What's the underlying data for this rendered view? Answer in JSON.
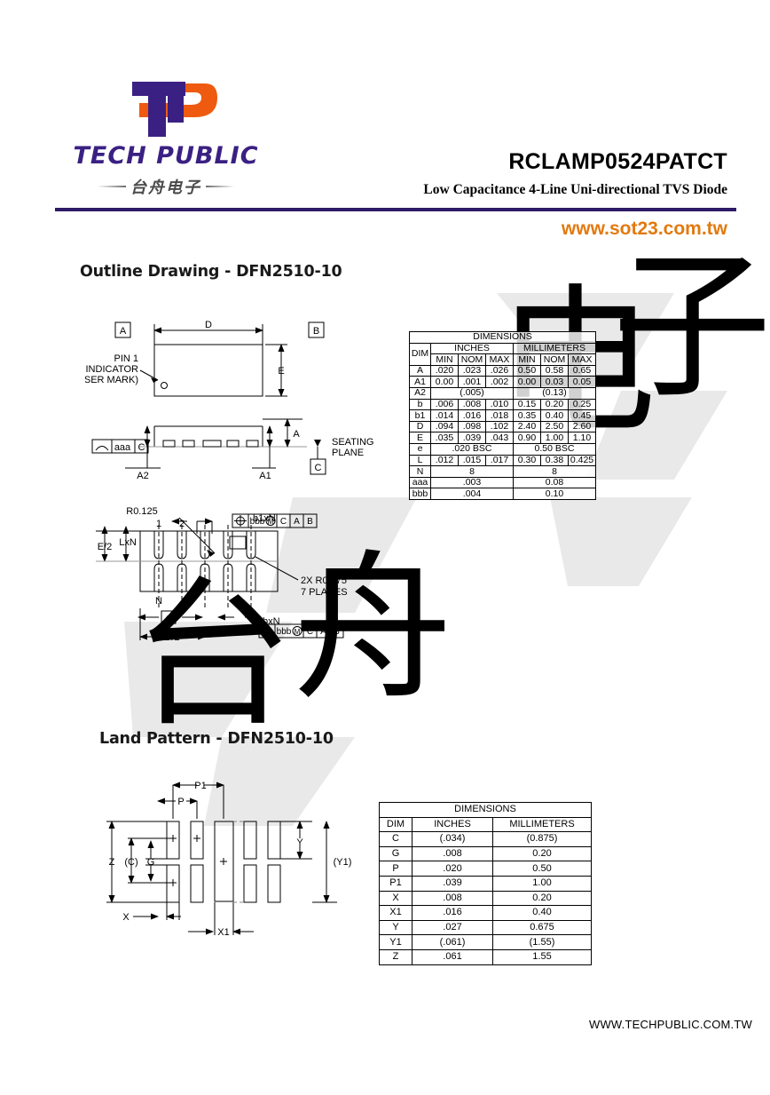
{
  "header": {
    "logo": {
      "brand_name": "TECH PUBLIC",
      "brand_name_cn": "台舟电子",
      "mark_letters": "TP",
      "purple": "#3b2083",
      "orange": "#ee5a10"
    },
    "part_number": "RCLAMP0524PATCT",
    "subtitle": "Low Capacitance 4-Line Uni-directional TVS Diode",
    "website": "www.sot23.com.tw",
    "website_color": "#e2790f",
    "divider_color": "#2e1a66"
  },
  "sections": {
    "outline_title": "Outline Drawing - DFN2510-10",
    "land_title": "Land Pattern - DFN2510-10"
  },
  "outline_drawing": {
    "labels": {
      "datum_a": "A",
      "datum_b": "B",
      "datum_c": "C",
      "dim_d": "D",
      "dim_e": "E",
      "dim_a": "A",
      "dim_a1": "A1",
      "dim_a2": "A2",
      "pin1_line1": "PIN 1",
      "pin1_line2": "INDICATOR",
      "pin1_line3": "(LASER MARK)",
      "seating_line1": "SEATING",
      "seating_line2": "PLANE",
      "flatness_sym": "aaa",
      "flatness_datum": "C",
      "radius_r0125": "R0.125",
      "radius_note1": "2X R0.075",
      "radius_note2": "7 PLACES",
      "pin_num_1": "1",
      "pin_num_2": "2",
      "pin_num_n": "N",
      "dim_e_half": "E/2",
      "dim_lxn": "LxN",
      "dim_b1xn": "b1xN",
      "dim_bxn": "bxN",
      "dim_e_pitch": "e",
      "dim_d_half": "D/2",
      "fcf_tol": "bbb",
      "fcf_mod": "M",
      "fcf_datum_c": "C",
      "fcf_datum_a": "A",
      "fcf_datum_b": "B"
    }
  },
  "outline_table": {
    "title": "DIMENSIONS",
    "group_headers": [
      "DIM",
      "INCHES",
      "MILLIMETERS"
    ],
    "sub_headers": [
      "MIN",
      "NOM",
      "MAX",
      "MIN",
      "NOM",
      "MAX"
    ],
    "rows": [
      {
        "dim": "A",
        "type": "full",
        "values": [
          ".020",
          ".023",
          ".026",
          "0.50",
          "0.58",
          "0.65"
        ]
      },
      {
        "dim": "A1",
        "type": "full",
        "values": [
          "0.00",
          ".001",
          ".002",
          "0.00",
          "0.03",
          "0.05"
        ]
      },
      {
        "dim": "A2",
        "type": "span",
        "values": [
          "(.005)",
          "(0.13)"
        ]
      },
      {
        "dim": "b",
        "type": "full",
        "values": [
          ".006",
          ".008",
          ".010",
          "0.15",
          "0.20",
          "0.25"
        ]
      },
      {
        "dim": "b1",
        "type": "full",
        "values": [
          ".014",
          ".016",
          ".018",
          "0.35",
          "0.40",
          "0.45"
        ]
      },
      {
        "dim": "D",
        "type": "full",
        "values": [
          ".094",
          ".098",
          ".102",
          "2.40",
          "2.50",
          "2.60"
        ]
      },
      {
        "dim": "E",
        "type": "full",
        "values": [
          ".035",
          ".039",
          ".043",
          "0.90",
          "1.00",
          "1.10"
        ]
      },
      {
        "dim": "e",
        "type": "span",
        "values": [
          ".020 BSC",
          "0.50 BSC"
        ]
      },
      {
        "dim": "L",
        "type": "full",
        "values": [
          ".012",
          ".015",
          ".017",
          "0.30",
          "0.38",
          "0.425"
        ]
      },
      {
        "dim": "N",
        "type": "span",
        "values": [
          "8",
          "8"
        ]
      },
      {
        "dim": "aaa",
        "type": "span",
        "values": [
          ".003",
          "0.08"
        ]
      },
      {
        "dim": "bbb",
        "type": "span",
        "values": [
          ".004",
          "0.10"
        ]
      }
    ]
  },
  "land_drawing": {
    "labels": {
      "dim_p": "P",
      "dim_p1": "P1",
      "dim_c": "(C)",
      "dim_g": "G",
      "dim_z": "Z",
      "dim_y": "Y",
      "dim_y1": "(Y1)",
      "dim_x": "X",
      "dim_x1": "X1"
    }
  },
  "land_table": {
    "title": "DIMENSIONS",
    "headers": [
      "DIM",
      "INCHES",
      "MILLIMETERS"
    ],
    "rows": [
      {
        "dim": "C",
        "inches": "(.034)",
        "mm": "(0.875)"
      },
      {
        "dim": "G",
        "inches": ".008",
        "mm": "0.20"
      },
      {
        "dim": "P",
        "inches": ".020",
        "mm": "0.50"
      },
      {
        "dim": "P1",
        "inches": ".039",
        "mm": "1.00"
      },
      {
        "dim": "X",
        "inches": ".008",
        "mm": "0.20"
      },
      {
        "dim": "X1",
        "inches": ".016",
        "mm": "0.40"
      },
      {
        "dim": "Y",
        "inches": ".027",
        "mm": "0.675"
      },
      {
        "dim": "Y1",
        "inches": "(.061)",
        "mm": "(1.55)"
      },
      {
        "dim": "Z",
        "inches": ".061",
        "mm": "1.55"
      }
    ]
  },
  "footer": {
    "url": "WWW.TECHPUBLIC.COM.TW"
  }
}
